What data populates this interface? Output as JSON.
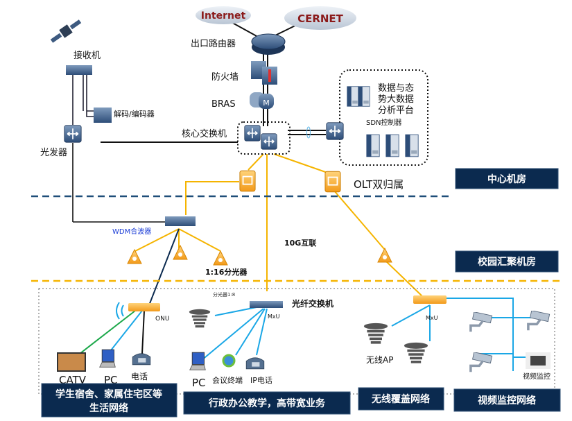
{
  "clouds": {
    "internet": "Internet",
    "cernet": "CERNET"
  },
  "core": {
    "router": "出口路由器",
    "firewall": "防火墙",
    "bras": "BRAS",
    "core_switch": "核心交换机",
    "platform_lines": [
      "数据与态",
      "势大数据",
      "分析平台"
    ],
    "sdn": "SDN控制器",
    "olt": "OLT双归属"
  },
  "left": {
    "receiver": "接收机",
    "codec": "解码/编码器",
    "transmitter": "光发器"
  },
  "aggregation": {
    "wdm": "WDM合波器",
    "link": "10G互联",
    "splitter16": "1:16分光器"
  },
  "zones": {
    "center": "中心机房",
    "campus": "校园汇聚机房"
  },
  "access": {
    "onu": "ONU",
    "splitter8": "分光器1:8",
    "fiber_switch": "光纤交换机",
    "mxu1": "MxU",
    "mxu2": "MxU",
    "catv": "CATV",
    "pc1": "PC",
    "phone": "电话",
    "pc2": "PC",
    "conf": "会议终端",
    "ipphone": "IP电话",
    "ap": "无线AP",
    "camera": "视频监控"
  },
  "networks": {
    "living": [
      "学生宿舍、家属住宅区等",
      "生活网络"
    ],
    "office": "行政办公教学，高带宽业务",
    "wireless": "无线覆盖网络",
    "video": "视频监控网络"
  },
  "colors": {
    "navy": "#0b2a4f",
    "fiber": "#f5b400",
    "ethernet": "#1aa7e6",
    "zone_line": "#1f4e79",
    "cloud_text": "#8b1a1a"
  }
}
